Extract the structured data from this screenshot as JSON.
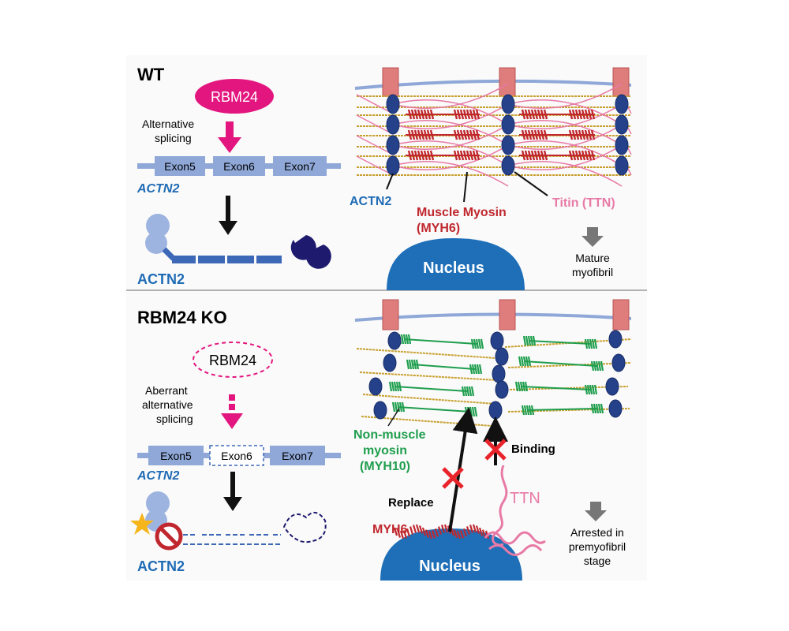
{
  "wt": {
    "title": "WT",
    "rbm24": "RBM24",
    "splicing_line1": "Alternative",
    "splicing_line2": "splicing",
    "exons": [
      "Exon5",
      "Exon6",
      "Exon7"
    ],
    "gene": "ACTN2",
    "protein": "ACTN2",
    "labels": {
      "actn2": "ACTN2",
      "myosin_line1": "Muscle Myosin",
      "myosin_line2": "(MYH6)",
      "titin": "Titin (TTN)",
      "nucleus": "Nucleus",
      "outcome_line1": "Mature",
      "outcome_line2": "myofibril"
    }
  },
  "ko": {
    "title": "RBM24 KO",
    "rbm24": "RBM24",
    "splicing_line1": "Aberrant",
    "splicing_line2": "alternative",
    "splicing_line3": "splicing",
    "exons": [
      "Exon5",
      "Exon6",
      "Exon7"
    ],
    "gene": "ACTN2",
    "protein": "ACTN2",
    "labels": {
      "nm_line1": "Non-muscle",
      "nm_line2": "myosin",
      "nm_line3": "(MYH10)",
      "binding": "Binding",
      "replace": "Replace",
      "ttn": "TTN",
      "myh6": "MYH6",
      "nucleus": "Nucleus",
      "outcome_line1": "Arrested in",
      "outcome_line2": "premyofibril",
      "outcome_line3": "stage"
    }
  },
  "colors": {
    "rbm24": "#e3167f",
    "exon_bar": "#8fa8d8",
    "actn2_text": "#1f6bb5",
    "zdisc": "#24418a",
    "myosin": "#c0282e",
    "titin": "#e87aa6",
    "actin": "#c8a030",
    "nonmuscle": "#1f9e4e",
    "nucleus": "#1e6fb8",
    "membrane": "#8fa8d8",
    "costamere": "#df7c7c",
    "red_x": "#e8242a"
  }
}
